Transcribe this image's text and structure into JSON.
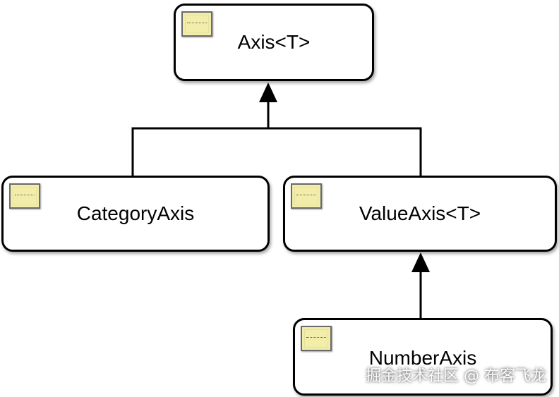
{
  "diagram": {
    "nodes": {
      "axis": {
        "label": "Axis<T>",
        "icon": "class-icon"
      },
      "category_axis": {
        "label": "CategoryAxis",
        "icon": "class-icon"
      },
      "value_axis": {
        "label": "ValueAxis<T>",
        "icon": "class-icon"
      },
      "number_axis": {
        "label": "NumberAxis",
        "icon": "class-icon"
      }
    },
    "edges": [
      {
        "from": "CategoryAxis",
        "to": "Axis<T>",
        "type": "inheritance"
      },
      {
        "from": "ValueAxis<T>",
        "to": "Axis<T>",
        "type": "inheritance"
      },
      {
        "from": "NumberAxis",
        "to": "ValueAxis<T>",
        "type": "inheritance"
      }
    ]
  },
  "watermark": "掘金技术社区 @ 布客飞龙",
  "colors": {
    "icon_fill": "#f2eeaa",
    "border": "#000000"
  }
}
